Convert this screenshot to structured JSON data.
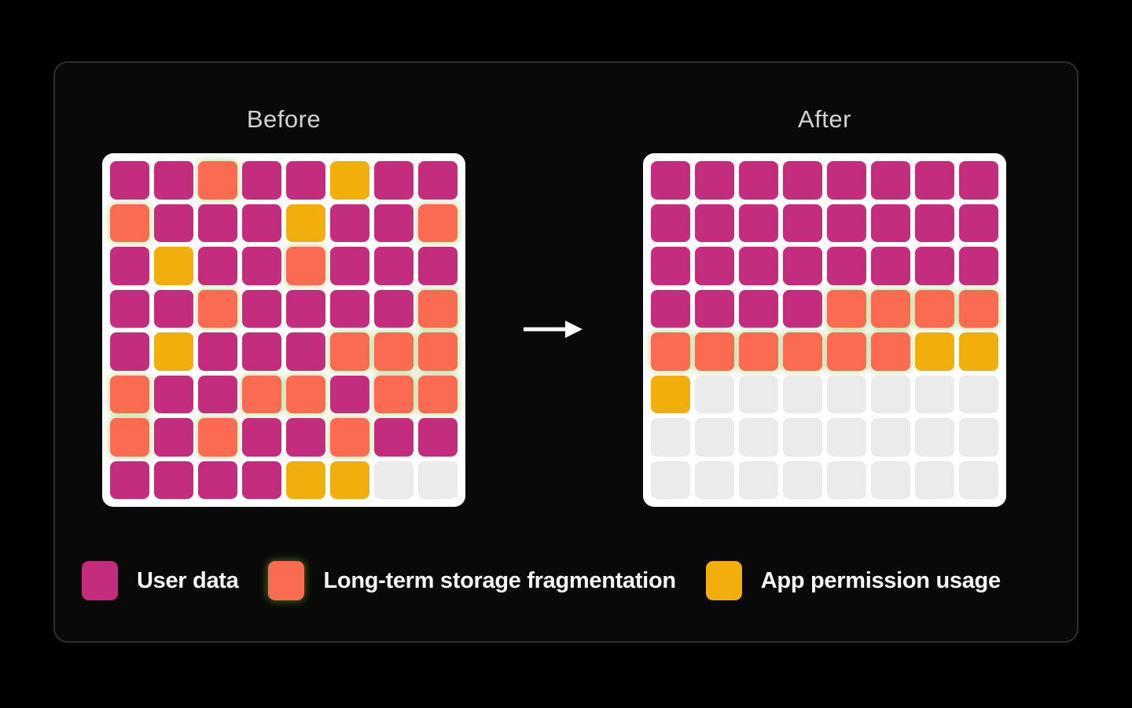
{
  "legend": [
    {
      "label": "User data",
      "color": "#c42c7d",
      "code": "U"
    },
    {
      "label": "Long-term storage fragmentation",
      "color": "#fb6b51",
      "code": "F"
    },
    {
      "label": "App permission usage",
      "color": "#f2ae0a",
      "code": "P"
    }
  ],
  "arrow": {
    "icon": "arrow-right-icon",
    "color": "#ffffff"
  },
  "chart_data": {
    "type": "heatmap",
    "grid_size": {
      "rows": 8,
      "cols": 8
    },
    "palette": {
      "U": "#c42c7d",
      "F": "#fb6b51",
      "P": "#f2ae0a",
      "E": "#ebebeb"
    },
    "panels": [
      {
        "title": "Before",
        "rows": [
          "UUFUUPUU",
          "FUUUPUUF",
          "UPUUFUUU",
          "UUFUUUUF",
          "UPUUUFFF",
          "FUUFFUFF",
          "FUFUUFUU",
          "UUUUPPEE"
        ]
      },
      {
        "title": "After",
        "rows": [
          "UUUUUUUU",
          "UUUUUUUU",
          "UUUUUUUU",
          "UUUUFFFF",
          "FFFFFFPP",
          "PEEEEEEE",
          "EEEEEEEE",
          "EEEEEEEE"
        ]
      }
    ]
  }
}
